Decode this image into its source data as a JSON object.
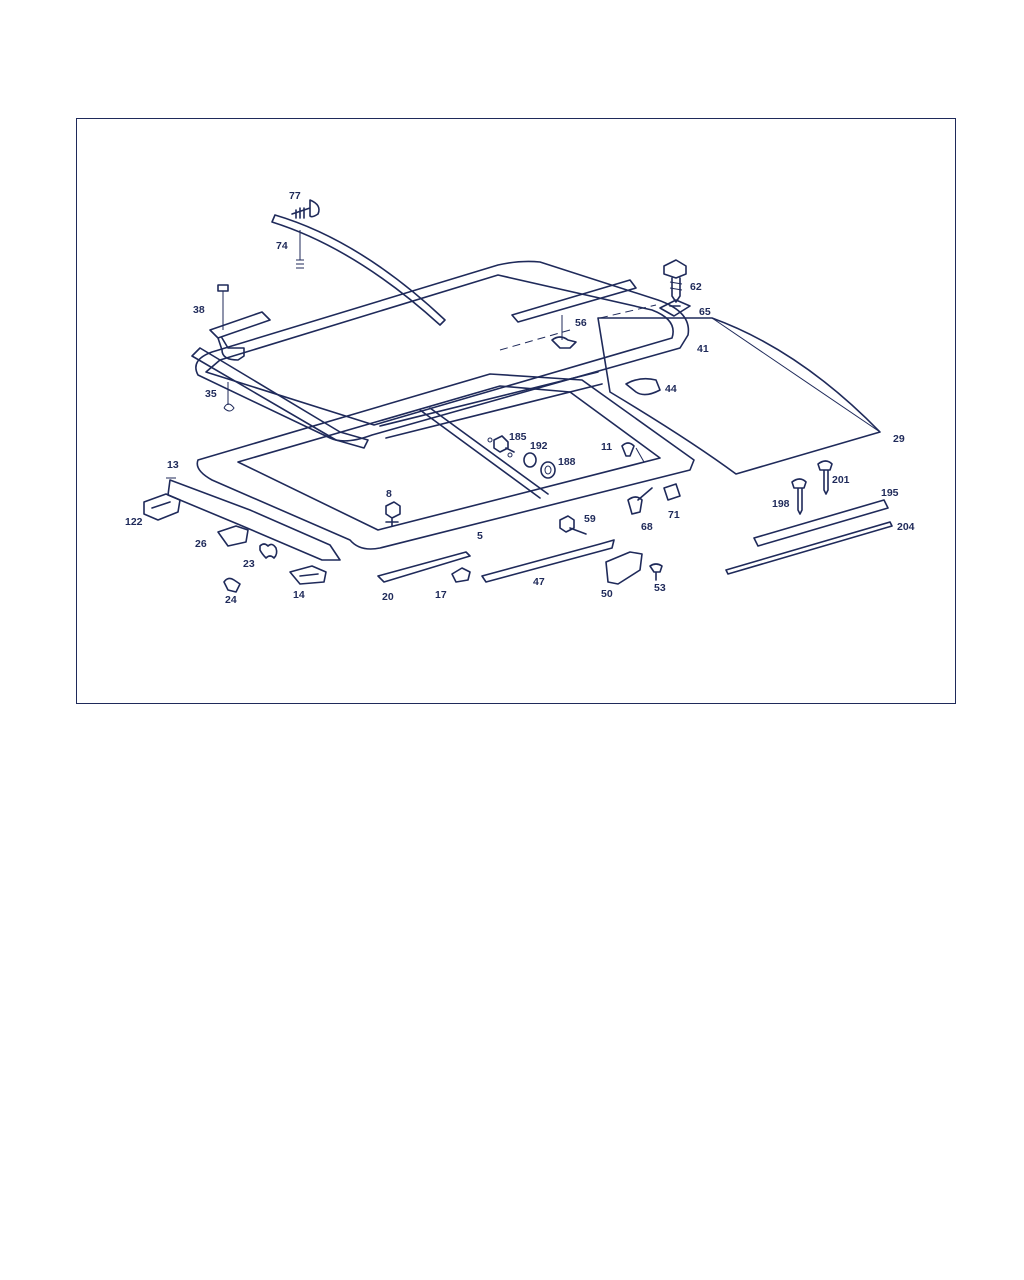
{
  "diagram": {
    "callouts": {
      "p77": "77",
      "p74": "74",
      "p38": "38",
      "p35": "35",
      "p62": "62",
      "p65": "65",
      "p56": "56",
      "p41": "41",
      "p44": "44",
      "p29": "29",
      "p185": "185",
      "p192": "192",
      "p188": "188",
      "p11": "11",
      "p13": "13",
      "p122": "122",
      "p8": "8",
      "p5": "5",
      "p26": "26",
      "p23": "23",
      "p24": "24",
      "p14": "14",
      "p20": "20",
      "p17": "17",
      "p47": "47",
      "p59": "59",
      "p68": "68",
      "p71": "71",
      "p50": "50",
      "p53": "53",
      "p198": "198",
      "p201": "201",
      "p195": "195",
      "p204": "204"
    }
  },
  "colors": {
    "line": "#1f2a5a",
    "background": "#ffffff"
  }
}
